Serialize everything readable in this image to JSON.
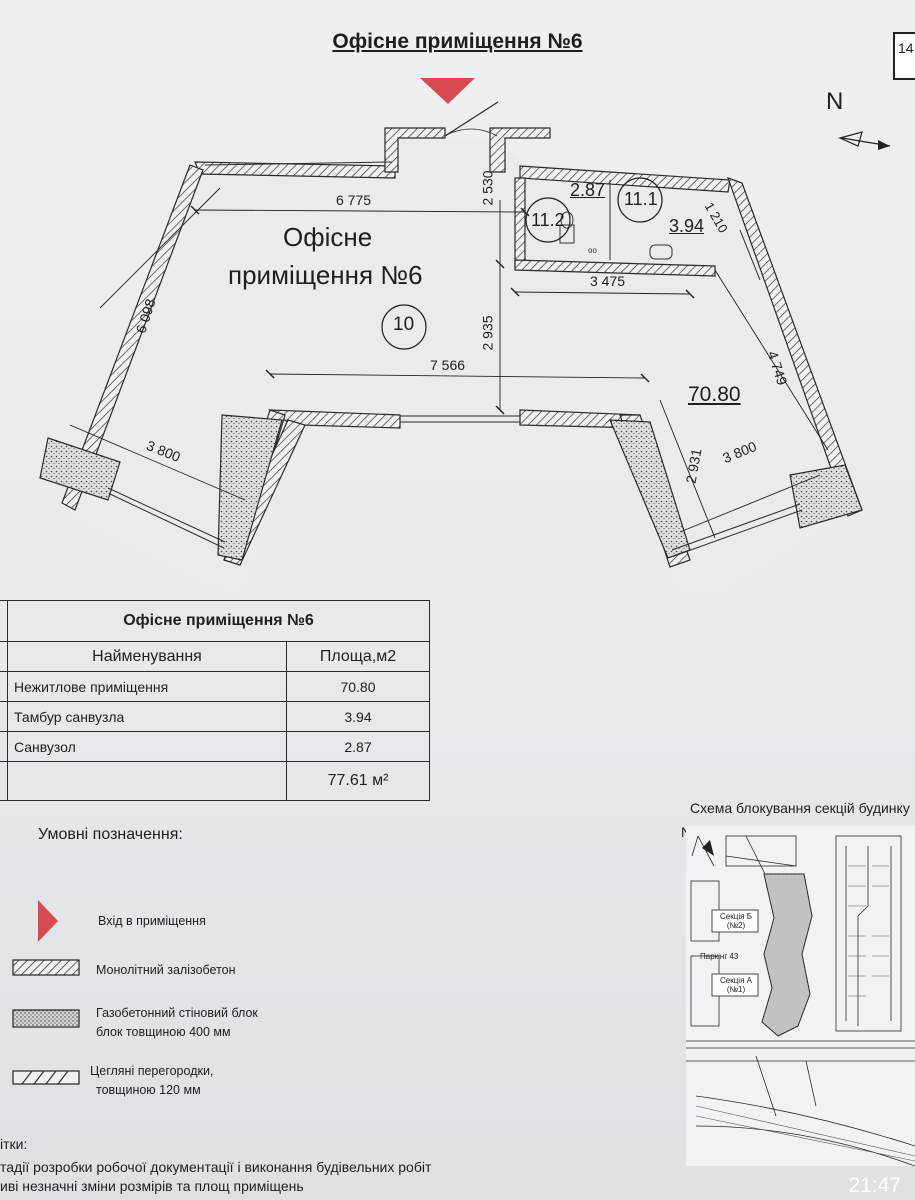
{
  "page": {
    "title": "Офісне приміщення №6",
    "page_number": "14",
    "north_label": "N",
    "status_time": "21:47"
  },
  "plan": {
    "room_name_line1": "Офісне",
    "room_name_line2": "приміщення №6",
    "room_number": "10",
    "area_main": "70.80",
    "wc_area": "2.87",
    "vestibule_area": "3.94",
    "wc_label": "11.2",
    "vestibule_label": "11.1",
    "dimensions": {
      "top": "6 775",
      "left": "6 098",
      "middle": "7 566",
      "bottom_left": "3 800",
      "bottom_right": "3 800",
      "wc_width": "3 475",
      "vert_top": "2 530",
      "vert_mid": "2 935",
      "right": "4 749",
      "right_small": "1 210",
      "right_bottom": "2 931"
    },
    "colors": {
      "entrance": "#d84a52",
      "line": "#2a2a2a"
    }
  },
  "table": {
    "title": "Офісне приміщення №6",
    "col_name": "Найменування",
    "col_area": "Площа,м2",
    "rows": [
      {
        "name": "Нежитлове приміщення",
        "area": "70.80"
      },
      {
        "name": "Тамбур санвузла",
        "area": "3.94"
      },
      {
        "name": "Санвузол",
        "area": "2.87"
      }
    ],
    "total": "77.61 м²"
  },
  "legend": {
    "title": "Умовні позначення:",
    "entrance": "Вхід в приміщення",
    "monolith": "Монолітний залізобетон",
    "gas_block_1": "Газобетонний стіновий блок",
    "gas_block_2": "блок товщиною 400 мм",
    "brick_1": "Цегляні перегородки,",
    "brick_2": "товщиною 120 мм"
  },
  "notes": {
    "heading": "ітки:",
    "line1": "тадії розробки робочої документації і виконання будівельних робіт",
    "line2": "иві незначні зміни  розмірів та площ приміщень"
  },
  "schema": {
    "title": "Схема блокування секцій будинку",
    "north": "N",
    "section_b_1": "Секція Б",
    "section_b_2": "(№2)",
    "parking": "Паркінг 43",
    "section_a_1": "Секція А",
    "section_a_2": "(№1)"
  }
}
